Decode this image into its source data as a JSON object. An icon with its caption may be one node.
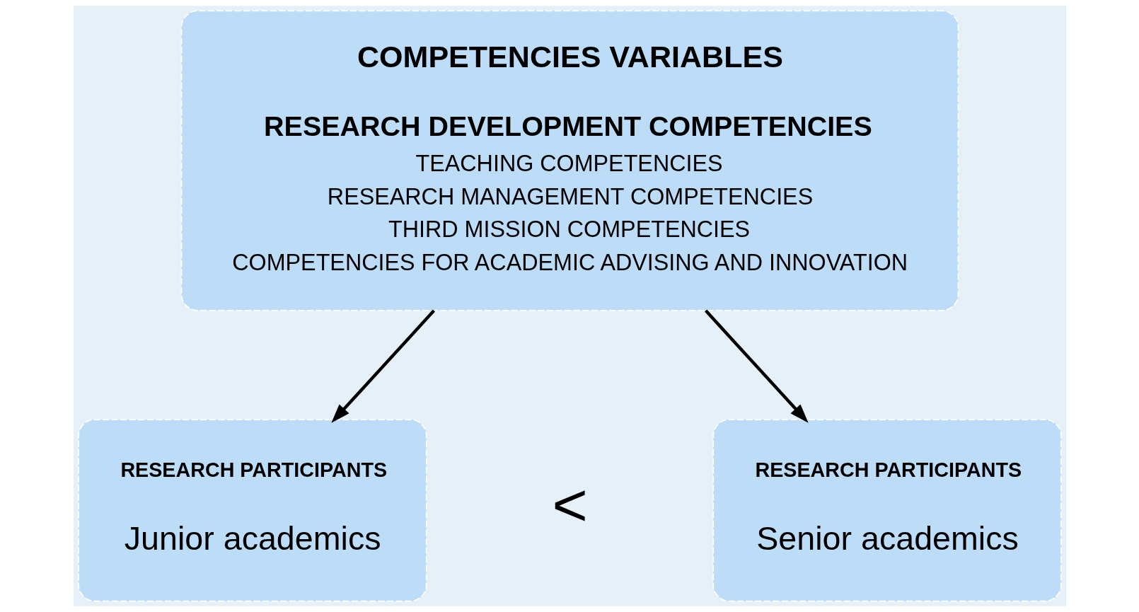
{
  "diagram": {
    "nodes": [
      {
        "text": [
          "COMPETENCIES VARIABLES",
          "RESEARCH DEVELOPMENT COMPETENCIES",
          "TEACHING COMPETENCIES",
          "RESEARCH MANAGEMENT COMPETENCIES",
          "THIRD MISSION COMPETENCIES",
          "COMPETENCIES FOR ACADEMIC ADVISING AND INNOVATION"
        ]
      },
      {
        "text": [
          "RESEARCH PARTICIPANTS",
          "Junior academics"
        ]
      },
      {
        "text": [
          "RESEARCH PARTICIPANTS",
          "Senior academics"
        ]
      }
    ],
    "edges": [
      {
        "from": 0,
        "to": 1,
        "arrow": "to"
      },
      {
        "from": 0,
        "to": 2,
        "arrow": "to"
      }
    ],
    "labels": [
      "<"
    ]
  }
}
